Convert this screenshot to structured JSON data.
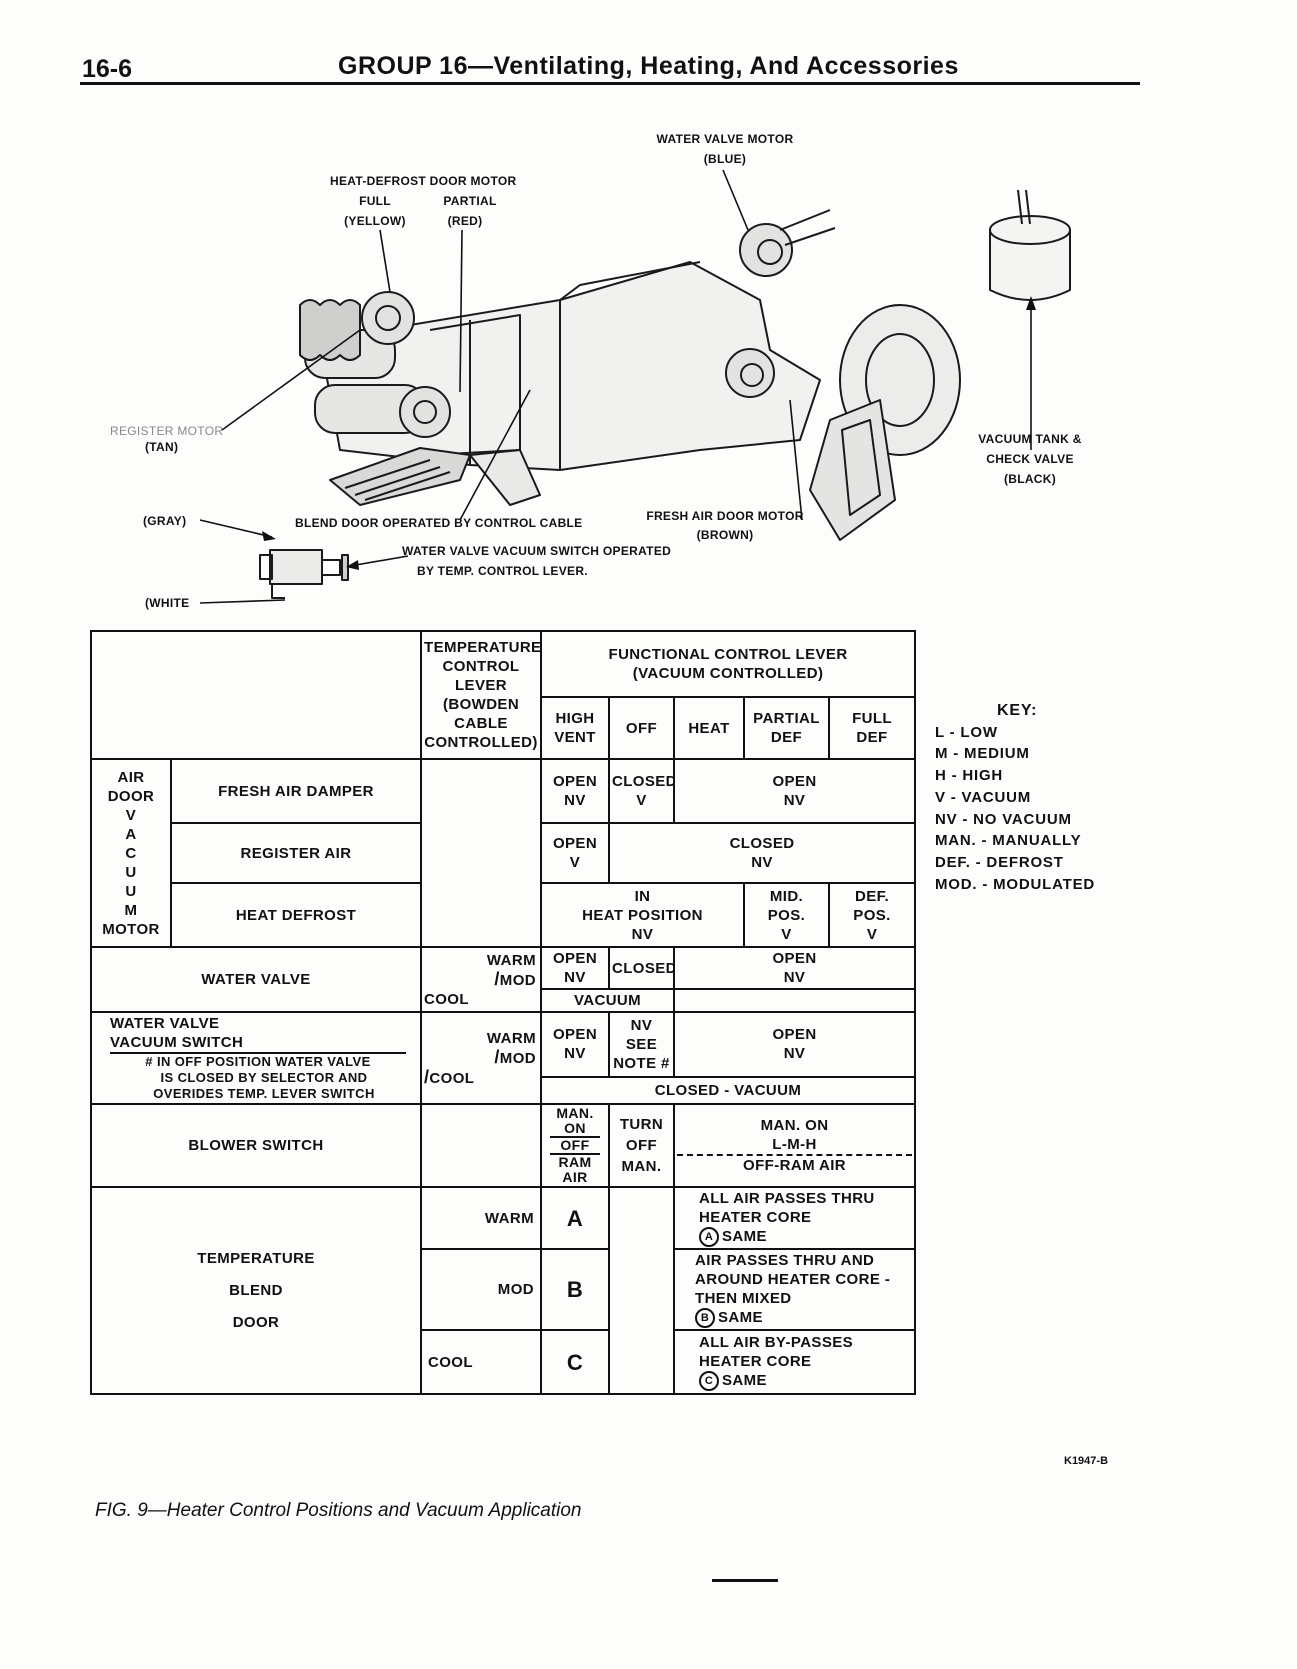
{
  "header": {
    "page_number": "16-6",
    "title": "GROUP 16—Ventilating, Heating, And Accessories"
  },
  "diagram_labels": {
    "water_valve_motor": "WATER VALVE MOTOR",
    "water_valve_motor_color": "(BLUE)",
    "heat_defrost_motor": "HEAT-DEFROST DOOR MOTOR",
    "full": "FULL",
    "partial": "PARTIAL",
    "yellow": "(YELLOW)",
    "red": "(RED)",
    "register_motor": "REGISTER MOTOR",
    "tan": "(TAN)",
    "gray": "(GRAY)",
    "blend_door": "BLEND DOOR OPERATED BY CONTROL CABLE",
    "fresh_air_motor": "FRESH AIR DOOR MOTOR",
    "fresh_air_motor_color": "(BROWN)",
    "vacuum_switch_1": "WATER VALVE VACUUM SWITCH OPERATED",
    "vacuum_switch_2": "BY TEMP. CONTROL LEVER.",
    "white": "(WHITE",
    "vacuum_tank_1": "VACUUM TANK &",
    "vacuum_tank_2": "CHECK VALVE",
    "vacuum_tank_3": "(BLACK)"
  },
  "table": {
    "h_temp_1": "TEMPERATURE",
    "h_temp_2": "CONTROL",
    "h_temp_3": "LEVER",
    "h_temp_4": "(BOWDEN",
    "h_temp_5": "CABLE",
    "h_temp_6": "CONTROLLED)",
    "h_func_1": "FUNCTIONAL CONTROL LEVER",
    "h_func_2": "(VACUUM CONTROLLED)",
    "col_high_1": "HIGH",
    "col_high_2": "VENT",
    "col_off": "OFF",
    "col_heat": "HEAT",
    "col_partial_1": "PARTIAL",
    "col_partial_2": "DEF",
    "col_full_1": "FULL",
    "col_full_2": "DEF",
    "air_door": [
      "AIR",
      "DOOR",
      "V",
      "A",
      "C",
      "U",
      "U",
      "M",
      "MOTOR"
    ],
    "fresh_air_damper": "FRESH AIR DAMPER",
    "fad_high_1": "OPEN",
    "fad_high_2": "NV",
    "fad_off_1": "CLOSED",
    "fad_off_2": "V",
    "fad_rest_1": "OPEN",
    "fad_rest_2": "NV",
    "register_air": "REGISTER AIR",
    "ra_high_1": "OPEN",
    "ra_high_2": "V",
    "ra_rest_1": "CLOSED",
    "ra_rest_2": "NV",
    "heat_defrost": "HEAT DEFROST",
    "hd_1": "IN",
    "hd_2": "HEAT POSITION",
    "hd_3": "NV",
    "hd_mid_1": "MID.",
    "hd_mid_2": "POS.",
    "hd_mid_3": "V",
    "hd_def_1": "DEF.",
    "hd_def_2": "POS.",
    "hd_def_3": "V",
    "water_valve": "WATER VALVE",
    "warm": "WARM",
    "mod": "MOD",
    "cool": "COOL",
    "wv_high_1": "OPEN",
    "wv_high_2": "NV",
    "wv_off": "CLOSED",
    "wv_rest_1": "OPEN",
    "wv_rest_2": "NV",
    "wv_vacuum": "VACUUM",
    "wvs_1": "WATER VALVE",
    "wvs_2": "VACUUM SWITCH",
    "wvs_note_1": "# IN OFF POSITION WATER VALVE",
    "wvs_note_2": "IS CLOSED BY SELECTOR AND",
    "wvs_note_3": "OVERIDES TEMP. LEVER SWITCH",
    "wvs_high_1": "OPEN",
    "wvs_high_2": "NV",
    "wvs_off_1": "NV",
    "wvs_off_2": "SEE",
    "wvs_off_3": "NOTE #",
    "wvs_rest_1": "OPEN",
    "wvs_rest_2": "NV",
    "wvs_closed": "CLOSED - VACUUM",
    "blower_switch": "BLOWER SWITCH",
    "bs_man_on_1": "MAN.",
    "bs_man_on_2": "ON",
    "bs_off": "OFF",
    "bs_ram_1": "RAM",
    "bs_ram_2": "AIR",
    "bs_turn_1": "TURN",
    "bs_turn_2": "OFF",
    "bs_turn_3": "MAN.",
    "bs_rest_1": "MAN. ON",
    "bs_rest_2": "L-M-H",
    "bs_rest_3": "OFF-RAM AIR",
    "tbd_1": "TEMPERATURE",
    "tbd_2": "BLEND",
    "tbd_3": "DOOR",
    "letter_a": "A",
    "letter_b": "B",
    "letter_c": "C",
    "desc_a_1": "ALL AIR PASSES THRU",
    "desc_a_2": "HEATER CORE",
    "desc_a_3": "SAME",
    "desc_b_1": "AIR PASSES THRU AND",
    "desc_b_2": "AROUND HEATER CORE -",
    "desc_b_3": "THEN MIXED",
    "desc_b_4": "SAME",
    "desc_c_1": "ALL AIR BY-PASSES",
    "desc_c_2": "HEATER CORE",
    "desc_c_3": "SAME"
  },
  "key": {
    "title": "KEY:",
    "items": [
      "L - LOW",
      "M - MEDIUM",
      "H - HIGH",
      "V - VACUUM",
      "NV - NO VACUUM",
      "MAN. - MANUALLY",
      "DEF. - DEFROST",
      "MOD. - MODULATED"
    ]
  },
  "figure_code": "K1947-B",
  "caption": "FIG. 9—Heater Control Positions and Vacuum Application"
}
